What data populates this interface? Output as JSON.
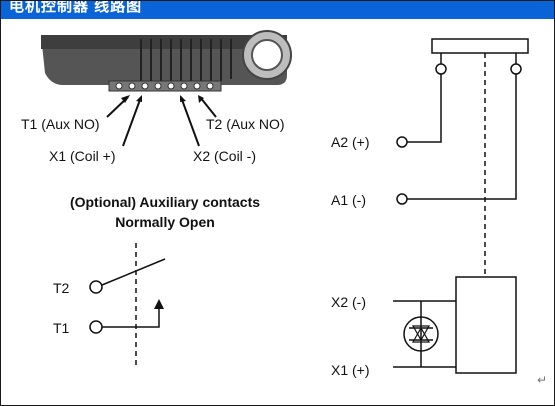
{
  "header": {
    "title": "电机控制器 线路图",
    "bg_color": "#0b63d8"
  },
  "left": {
    "t1_aux": "T1 (Aux NO)",
    "t2_aux": "T2 (Aux NO)",
    "x1_coil": "X1 (Coil +)",
    "x2_coil": "X2 (Coil -)",
    "optional_line1": "(Optional) Auxiliary contacts",
    "optional_line2": "Normally Open",
    "t2": "T2",
    "t1": "T1"
  },
  "right": {
    "a2": "A2 (+)",
    "a1": "A1 (-)",
    "x2": "X2 (-)",
    "x1": "X1 (+)"
  },
  "footer": {
    "return_mark": "↵"
  }
}
